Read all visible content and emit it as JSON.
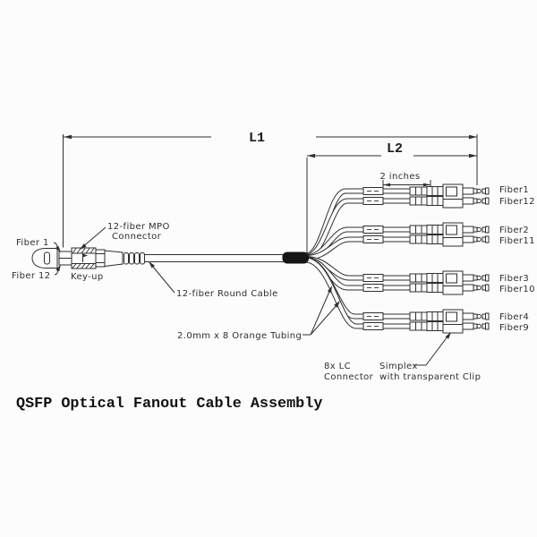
{
  "title": "QSFP Optical Fanout Cable Assembly",
  "dimensions": {
    "l1": "L1",
    "l2": "L2",
    "two_inches": "2 inches"
  },
  "mpo_end": {
    "fiber_top_label": "Fiber 1",
    "fiber_bottom_label": "Fiber 12",
    "key_label": "Key-up",
    "connector_label_line1": "12-fiber MPO",
    "connector_label_line2": "Connector"
  },
  "cable_label": "12-fiber Round Cable",
  "tubing_label": "2.0mm x 8 Orange Tubing",
  "lc_end": {
    "lc_label_line1": "8x LC",
    "lc_label_line2": "Connector",
    "clip_label_line1": "Simplex",
    "clip_label_line2": "with transparent Clip"
  },
  "fiber_pairs": [
    {
      "top": "Fiber1",
      "bottom": "Fiber12"
    },
    {
      "top": "Fiber2",
      "bottom": "Fiber11"
    },
    {
      "top": "Fiber3",
      "bottom": "Fiber10"
    },
    {
      "top": "Fiber4",
      "bottom": "Fiber9"
    }
  ],
  "colors": {
    "line": "#2f2f2f",
    "background": "#fcfcfc",
    "transition_capsule": "#151515"
  }
}
